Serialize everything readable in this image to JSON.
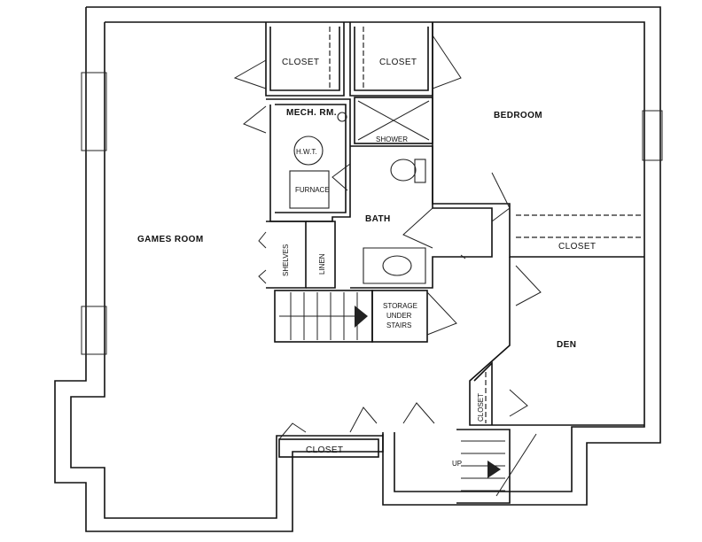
{
  "rooms": {
    "games_room": "GAMES ROOM",
    "mech_rm": "MECH. RM.",
    "bedroom": "BEDROOM",
    "bath": "BATH",
    "den": "DEN"
  },
  "closets": {
    "top_left": "CLOSET",
    "top_right": "CLOSET",
    "bedroom": "CLOSET",
    "bottom": "CLOSET",
    "den": "CLOSET"
  },
  "fixtures": {
    "hwt": "H.W.T.",
    "furnace": "FURNACE",
    "shower": "SHOWER",
    "shelves": "SHELVES",
    "linen": "LINEN"
  },
  "stairs": {
    "storage_line1": "STORAGE",
    "storage_line2": "UNDER",
    "storage_line3": "STAIRS",
    "up": "UP"
  }
}
